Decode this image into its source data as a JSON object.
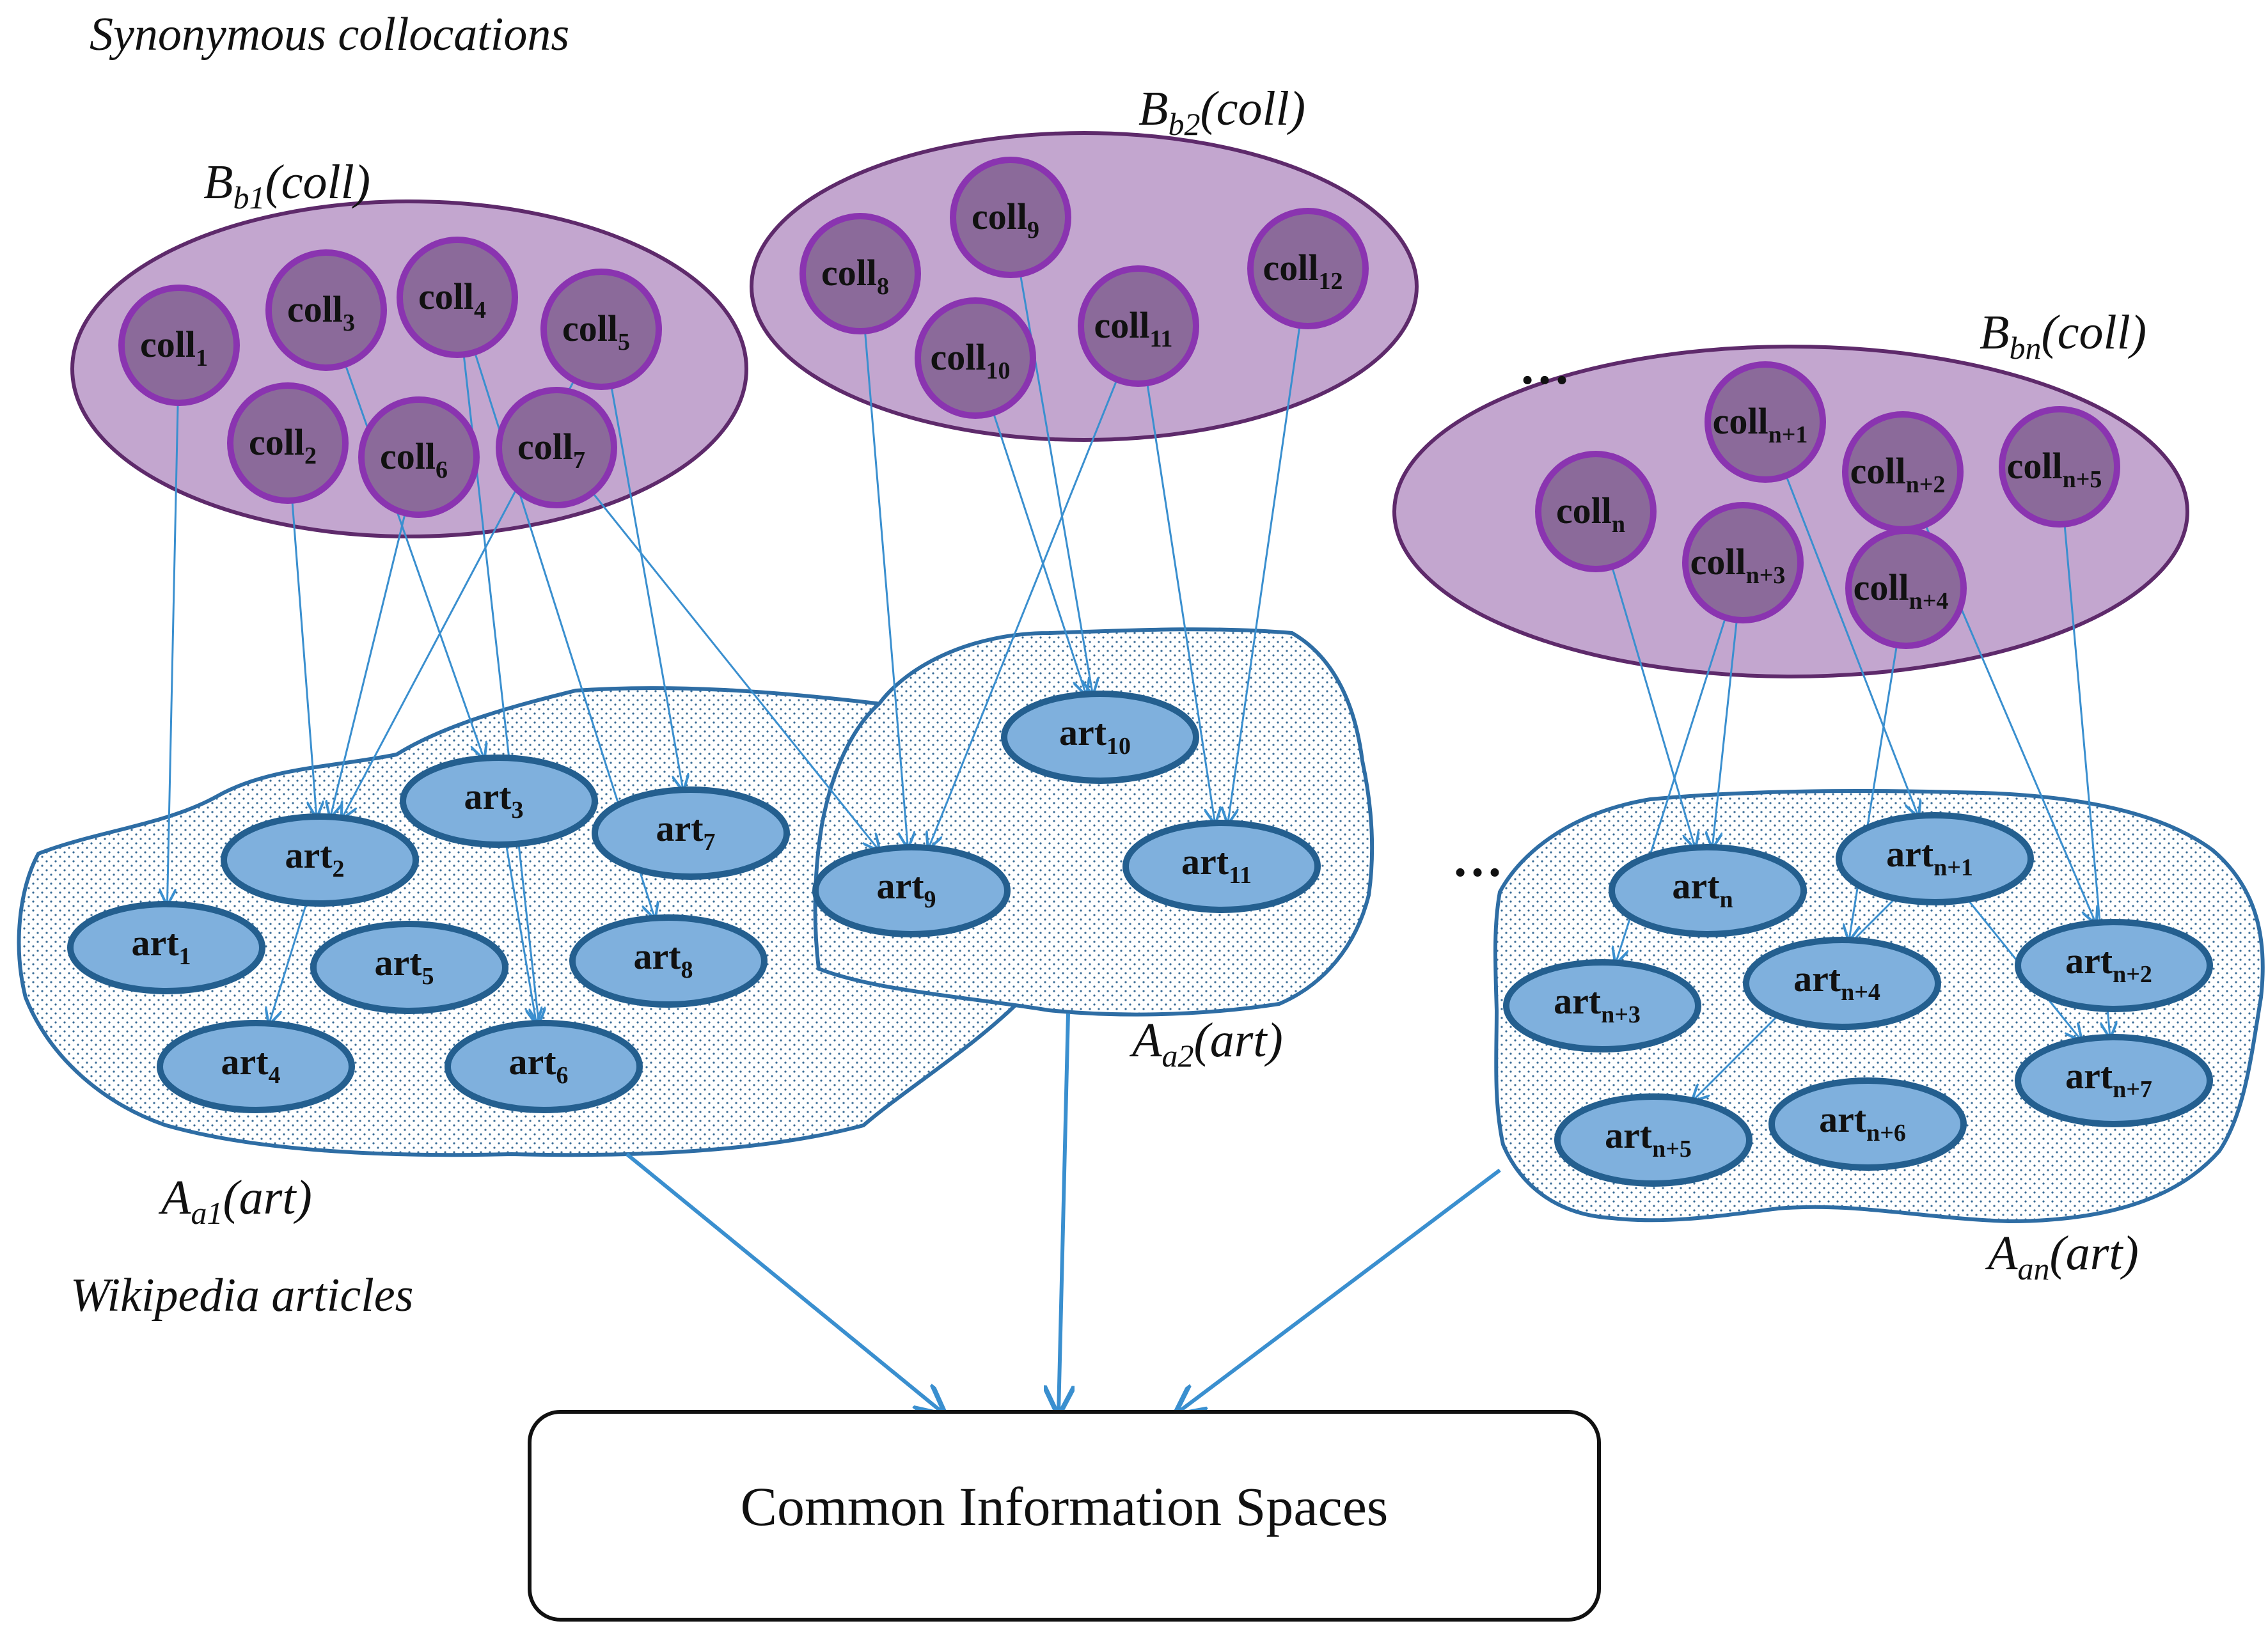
{
  "captions": {
    "top": "Synonymous collocations",
    "bottom": "Wikipedia articles"
  },
  "ellipsis": "…",
  "colors": {
    "group_fill": "#c3a6cf",
    "group_stroke": "#5e2a6b",
    "coll_fill": "#8b6a9a",
    "coll_stroke": "#8a34b0",
    "art_fill": "#7fb0dd",
    "art_stroke": "#245f8f",
    "blob_stroke": "#2e6da4",
    "blob_dot": "#3a6c96",
    "arrow": "#3a8fcf"
  },
  "collocation_groups": [
    {
      "id": "b1",
      "label_main": "B",
      "label_sub": "b1",
      "label_tail": "(coll)"
    },
    {
      "id": "b2",
      "label_main": "B",
      "label_sub": "b2",
      "label_tail": "(coll)"
    },
    {
      "id": "bn",
      "label_main": "B",
      "label_sub": "bn",
      "label_tail": "(coll)"
    }
  ],
  "article_groups": [
    {
      "id": "a1",
      "label_main": "A",
      "label_sub": "a1",
      "label_tail": "(art)"
    },
    {
      "id": "a2",
      "label_main": "A",
      "label_sub": "a2",
      "label_tail": "(art)"
    },
    {
      "id": "an",
      "label_main": "A",
      "label_sub": "an",
      "label_tail": "(art)"
    }
  ],
  "collocations": [
    {
      "id": "c1",
      "main": "coll",
      "sub": "1"
    },
    {
      "id": "c2",
      "main": "coll",
      "sub": "2"
    },
    {
      "id": "c3",
      "main": "coll",
      "sub": "3"
    },
    {
      "id": "c4",
      "main": "coll",
      "sub": "4"
    },
    {
      "id": "c5",
      "main": "coll",
      "sub": "5"
    },
    {
      "id": "c6",
      "main": "coll",
      "sub": "6"
    },
    {
      "id": "c7",
      "main": "coll",
      "sub": "7"
    },
    {
      "id": "c8",
      "main": "coll",
      "sub": "8"
    },
    {
      "id": "c9",
      "main": "coll",
      "sub": "9"
    },
    {
      "id": "c10",
      "main": "coll",
      "sub": "10"
    },
    {
      "id": "c11",
      "main": "coll",
      "sub": "11"
    },
    {
      "id": "c12",
      "main": "coll",
      "sub": "12"
    },
    {
      "id": "cn",
      "main": "coll",
      "sub": "n"
    },
    {
      "id": "cn1",
      "main": "coll",
      "sub": "n+1"
    },
    {
      "id": "cn2",
      "main": "coll",
      "sub": "n+2"
    },
    {
      "id": "cn3",
      "main": "coll",
      "sub": "n+3"
    },
    {
      "id": "cn4",
      "main": "coll",
      "sub": "n+4"
    },
    {
      "id": "cn5",
      "main": "coll",
      "sub": "n+5"
    }
  ],
  "articles": [
    {
      "id": "a_1",
      "main": "art",
      "sub": "1"
    },
    {
      "id": "a_2",
      "main": "art",
      "sub": "2"
    },
    {
      "id": "a_3",
      "main": "art",
      "sub": "3"
    },
    {
      "id": "a_4",
      "main": "art",
      "sub": "4"
    },
    {
      "id": "a_5",
      "main": "art",
      "sub": "5"
    },
    {
      "id": "a_6",
      "main": "art",
      "sub": "6"
    },
    {
      "id": "a_7",
      "main": "art",
      "sub": "7"
    },
    {
      "id": "a_8",
      "main": "art",
      "sub": "8"
    },
    {
      "id": "a_9",
      "main": "art",
      "sub": "9"
    },
    {
      "id": "a_10",
      "main": "art",
      "sub": "10"
    },
    {
      "id": "a_11",
      "main": "art",
      "sub": "11"
    },
    {
      "id": "a_n",
      "main": "art",
      "sub": "n"
    },
    {
      "id": "a_n1",
      "main": "art",
      "sub": "n+1"
    },
    {
      "id": "a_n2",
      "main": "art",
      "sub": "n+2"
    },
    {
      "id": "a_n3",
      "main": "art",
      "sub": "n+3"
    },
    {
      "id": "a_n4",
      "main": "art",
      "sub": "n+4"
    },
    {
      "id": "a_n5",
      "main": "art",
      "sub": "n+5"
    },
    {
      "id": "a_n6",
      "main": "art",
      "sub": "n+6"
    },
    {
      "id": "a_n7",
      "main": "art",
      "sub": "n+7"
    }
  ],
  "links": [
    [
      "c1",
      "a_1"
    ],
    [
      "c2",
      "a_2"
    ],
    [
      "c3",
      "a_3"
    ],
    [
      "c4",
      "a_6"
    ],
    [
      "c4",
      "a_8"
    ],
    [
      "c5",
      "a_2"
    ],
    [
      "c5",
      "a_7"
    ],
    [
      "c6",
      "a_2"
    ],
    [
      "c7",
      "a_9"
    ],
    [
      "c8",
      "a_9"
    ],
    [
      "c9",
      "a_10"
    ],
    [
      "c10",
      "a_10"
    ],
    [
      "c11",
      "a_9"
    ],
    [
      "c11",
      "a_11"
    ],
    [
      "c12",
      "a_11"
    ],
    [
      "cn",
      "a_n"
    ],
    [
      "cn1",
      "a_n1"
    ],
    [
      "cn2",
      "a_n2"
    ],
    [
      "cn3",
      "a_n3"
    ],
    [
      "cn4",
      "a_n4"
    ],
    [
      "cn5",
      "a_n7"
    ],
    [
      "cn3",
      "a_n"
    ],
    [
      "a_2",
      "a_4"
    ],
    [
      "a_3",
      "a_6"
    ],
    [
      "a_n1",
      "a_n5"
    ],
    [
      "a_n1",
      "a_n7"
    ]
  ],
  "target": {
    "label": "Common Information Spaces"
  }
}
